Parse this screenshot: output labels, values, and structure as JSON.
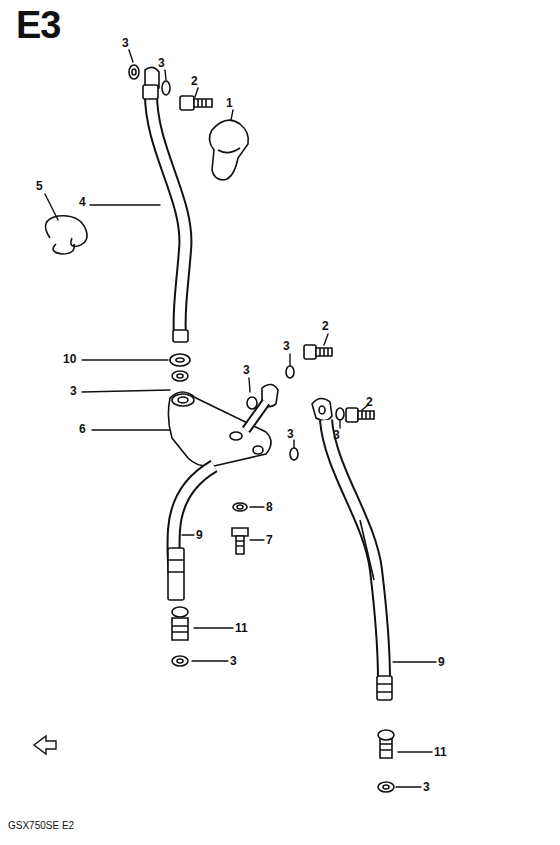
{
  "diagram": {
    "title": "E3",
    "caption": "GSX750SE E2",
    "labels": [
      "3",
      "3",
      "2",
      "1",
      "5",
      "4",
      "10",
      "3",
      "3",
      "2",
      "3",
      "2",
      "6",
      "3",
      "3",
      "8",
      "7",
      "9",
      "9",
      "11",
      "11",
      "3",
      "3"
    ]
  }
}
